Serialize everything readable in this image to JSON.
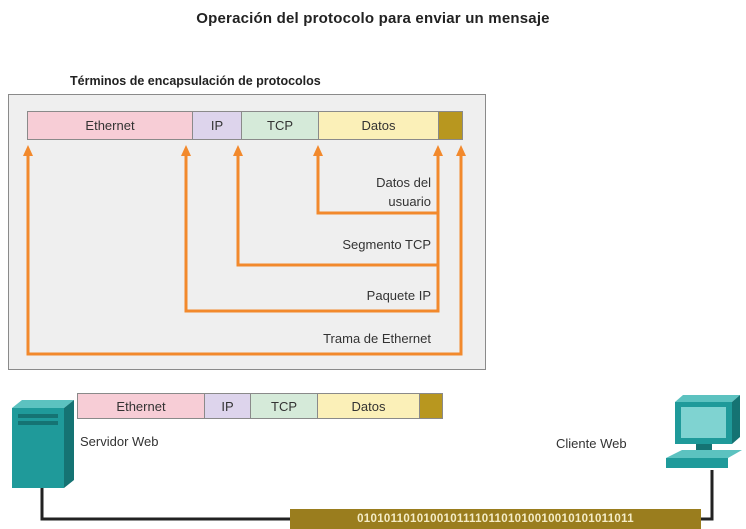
{
  "title": "Operación del protocolo para enviar un mensaje",
  "encapsulation": {
    "title": "Términos de encapsulación de protocolos",
    "header_fields": [
      "Ethernet",
      "IP",
      "TCP",
      "Datos"
    ],
    "labels": {
      "user_data_line1": "Datos del",
      "user_data_line2": "usuario",
      "tcp_segment": "Segmento TCP",
      "ip_packet": "Paquete IP",
      "ethernet_frame": "Trama de Ethernet"
    }
  },
  "frame_fields": [
    "Ethernet",
    "IP",
    "TCP",
    "Datos"
  ],
  "server_label": "Servidor Web",
  "client_label": "Cliente Web",
  "bitstream": "010101101010010111101101010010010101011011",
  "colors": {
    "ethernet": "#f7cdd6",
    "ip": "#ddd4ec",
    "tcp": "#d5ead9",
    "datos": "#fbf0b8",
    "trailer": "#b8971f",
    "arrow": "#f2892c",
    "device": "#1f9a9a"
  }
}
